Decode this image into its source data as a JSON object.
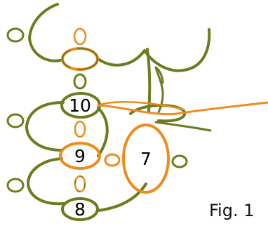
{
  "caption": "Fig. 1",
  "labels": {
    "ring_10": "10",
    "ring_9": "9",
    "ring_8": "8",
    "ring_7": "7"
  },
  "colors": {
    "green": "#6b7d1e",
    "orange": "#f08a1c",
    "background": "#ffffff"
  }
}
